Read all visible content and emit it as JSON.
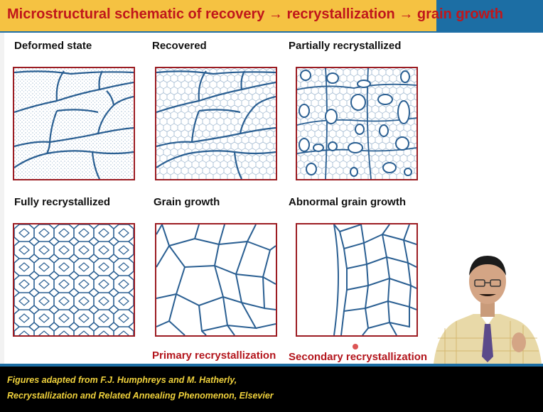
{
  "title": "Microstructural schematic of recovery → recrystallization → grain growth",
  "panels": [
    {
      "label": "Deformed state"
    },
    {
      "label": "Recovered"
    },
    {
      "label": "Partially recrystallized"
    },
    {
      "label": "Fully recrystallized"
    },
    {
      "label": "Grain growth"
    },
    {
      "label": "Abnormal grain growth"
    }
  ],
  "captions": {
    "primary": "Primary recrystallization",
    "secondary": "Secondary recrystallization"
  },
  "footer": {
    "line1": "Figures adapted from F.J. Humphreys and M. Hatherly,",
    "line2": "Recrystallization and Related Annealing Phenomenon, Elsevier"
  },
  "colors": {
    "title_text": "#c0161b",
    "title_bg": "#f5c242",
    "accent_blue": "#1c6ea4",
    "panel_border": "#9c1c22",
    "boundary": "#2a5f92",
    "footer_text": "#f0d23c"
  }
}
